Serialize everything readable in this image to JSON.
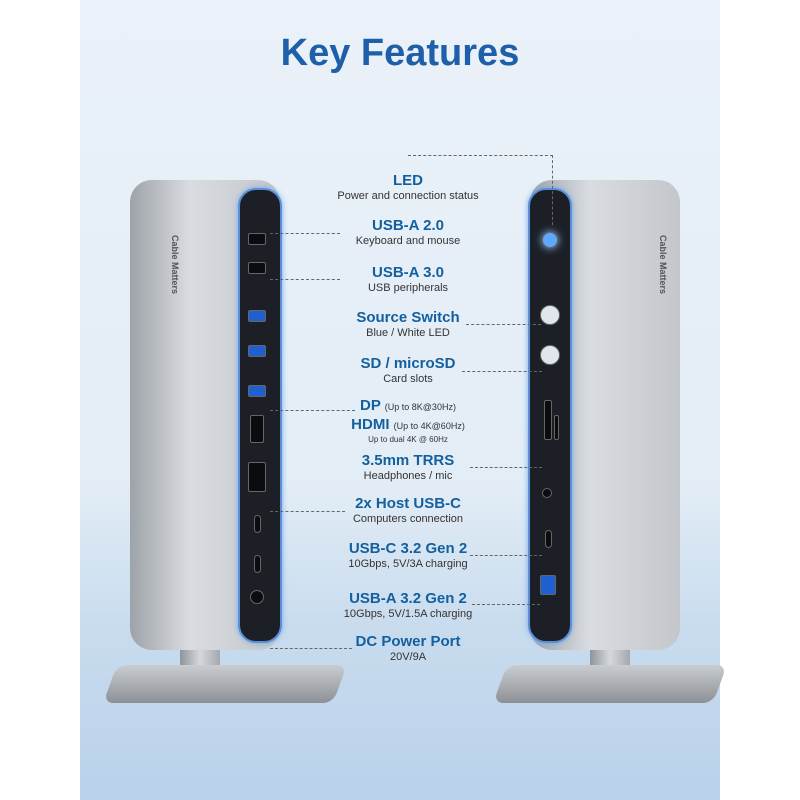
{
  "title": "Key Features",
  "brand": "Cable Matters",
  "features": [
    {
      "name": "LED",
      "desc": "Power and connection status"
    },
    {
      "name": "USB-A 2.0",
      "desc": "Keyboard and mouse"
    },
    {
      "name": "USB-A 3.0",
      "desc": "USB peripherals"
    },
    {
      "name": "Source Switch",
      "desc": "Blue / White LED"
    },
    {
      "name": "SD / microSD",
      "desc": "Card slots"
    },
    {
      "name": "DP",
      "note": "(Up to 8K@30Hz)"
    },
    {
      "name": "HDMI",
      "note": "(Up to 4K@60Hz)",
      "desc": "Up to dual 4K @ 60Hz"
    },
    {
      "name": "3.5mm TRRS",
      "desc": "Headphones / mic"
    },
    {
      "name": "2x Host USB-C",
      "desc": "Computers connection"
    },
    {
      "name": "USB-C 3.2 Gen 2",
      "desc": "10Gbps, 5V/3A charging"
    },
    {
      "name": "USB-A 3.2 Gen 2",
      "desc": "10Gbps, 5V/1.5A charging"
    },
    {
      "name": "DC Power Port",
      "desc": "20V/9A"
    }
  ],
  "colors": {
    "accent": "#1d5fa8",
    "led": "#5a8fd6"
  }
}
